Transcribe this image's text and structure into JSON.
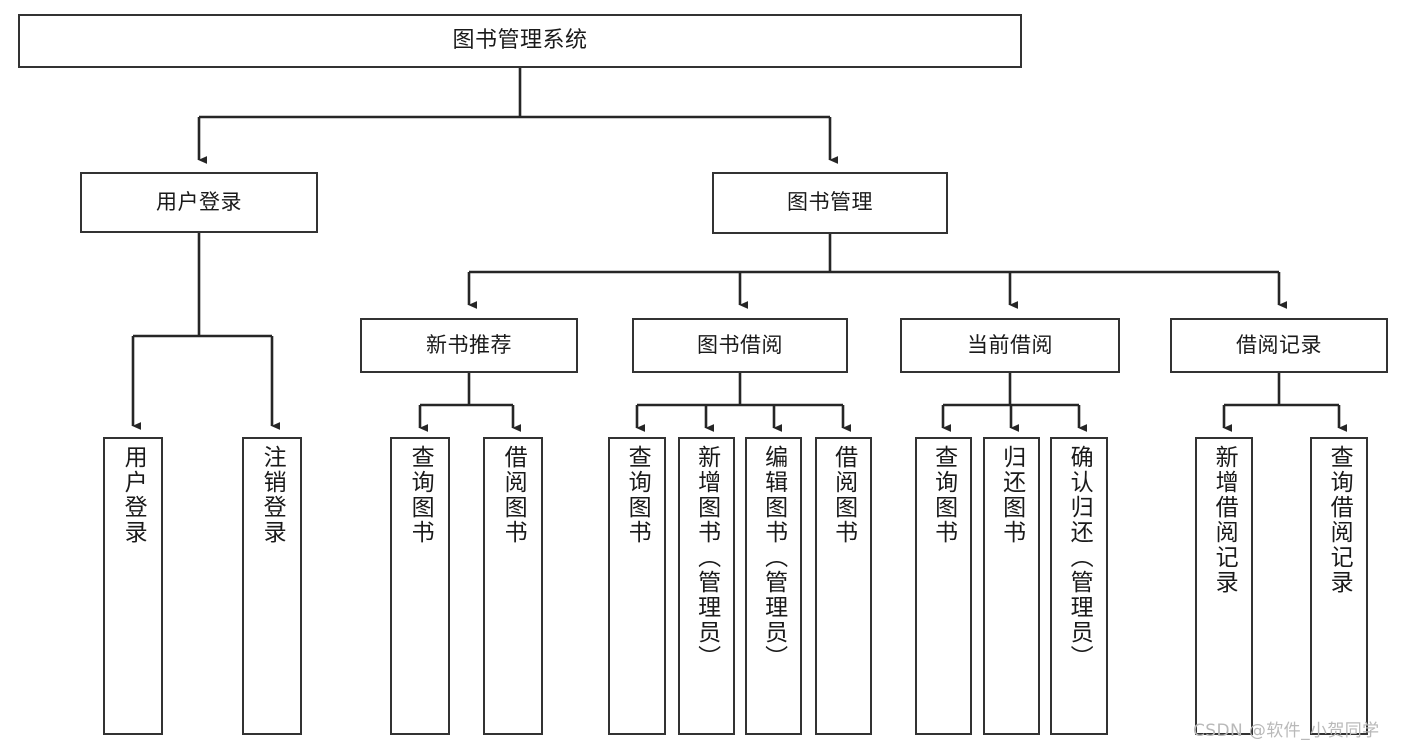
{
  "diagram": {
    "title": "图书管理系统",
    "type": "tree-hierarchy",
    "colors": {
      "background": "#ffffff",
      "box_border": "#333333",
      "box_fill": "#ffffff",
      "edge": "#262626",
      "text": "#1a1a1a",
      "watermark": "#b9b9b9"
    },
    "watermark": "CSDN @软件_小贺同学",
    "nodes": {
      "root": {
        "label": "图书管理系统"
      },
      "level2": [
        {
          "id": "user-login",
          "label": "用户登录"
        },
        {
          "id": "book-management",
          "label": "图书管理"
        }
      ],
      "level3": [
        {
          "id": "new-book-recommend",
          "label": "新书推荐"
        },
        {
          "id": "book-borrow",
          "label": "图书借阅"
        },
        {
          "id": "current-borrow",
          "label": "当前借阅"
        },
        {
          "id": "borrow-record",
          "label": "借阅记录"
        }
      ],
      "leaves": {
        "user-login": [
          {
            "id": "leaf-user-login",
            "label": "用户登录"
          },
          {
            "id": "leaf-logout-login",
            "label": "注销登录"
          }
        ],
        "new-book-recommend": [
          {
            "id": "leaf-query-book-1",
            "label": "查询图书"
          },
          {
            "id": "leaf-borrow-book-1",
            "label": "借阅图书"
          }
        ],
        "book-borrow": [
          {
            "id": "leaf-query-book-2",
            "label": "查询图书"
          },
          {
            "id": "leaf-add-book-admin",
            "label": "新增图书（管理员）"
          },
          {
            "id": "leaf-edit-book-admin",
            "label": "编辑图书（管理员）"
          },
          {
            "id": "leaf-borrow-book-2",
            "label": "借阅图书"
          }
        ],
        "current-borrow": [
          {
            "id": "leaf-query-book-3",
            "label": "查询图书"
          },
          {
            "id": "leaf-return-book",
            "label": "归还图书"
          },
          {
            "id": "leaf-confirm-return-admin",
            "label": "确认归还（管理员）"
          }
        ],
        "borrow-record": [
          {
            "id": "leaf-add-borrow-record",
            "label": "新增借阅记录"
          },
          {
            "id": "leaf-query-borrow-record",
            "label": "查询借阅记录"
          }
        ]
      }
    }
  }
}
